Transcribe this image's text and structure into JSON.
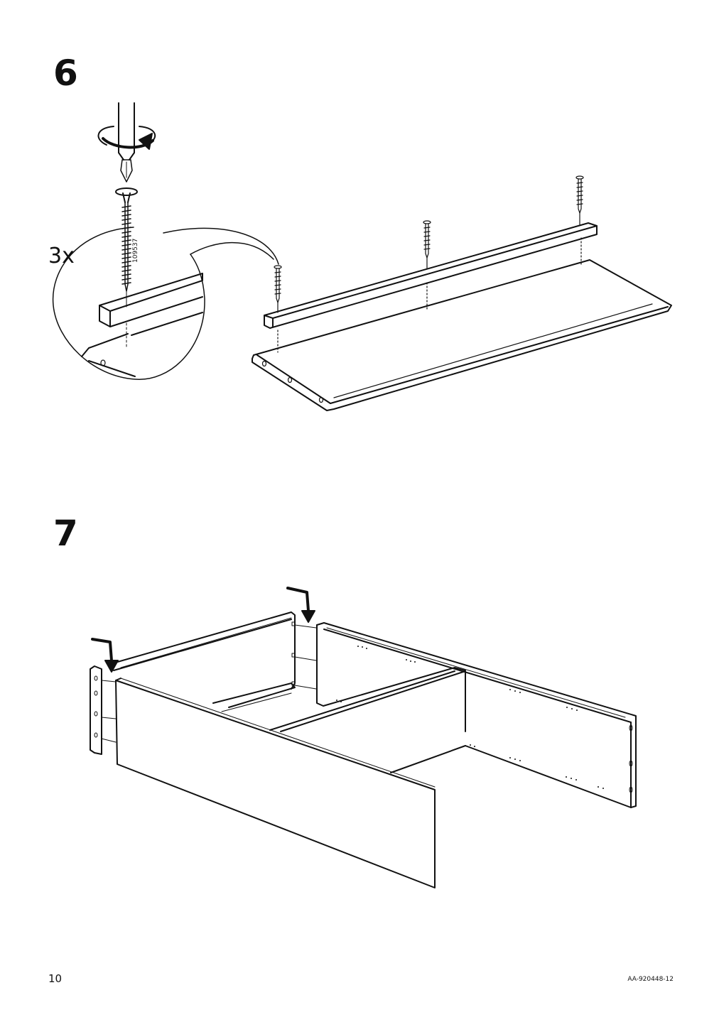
{
  "steps": [
    {
      "number": "6",
      "quantity": "3x",
      "part_number": "109537"
    },
    {
      "number": "7"
    }
  ],
  "footer": {
    "page_number": "10",
    "doc_code": "AA-920448-12"
  }
}
